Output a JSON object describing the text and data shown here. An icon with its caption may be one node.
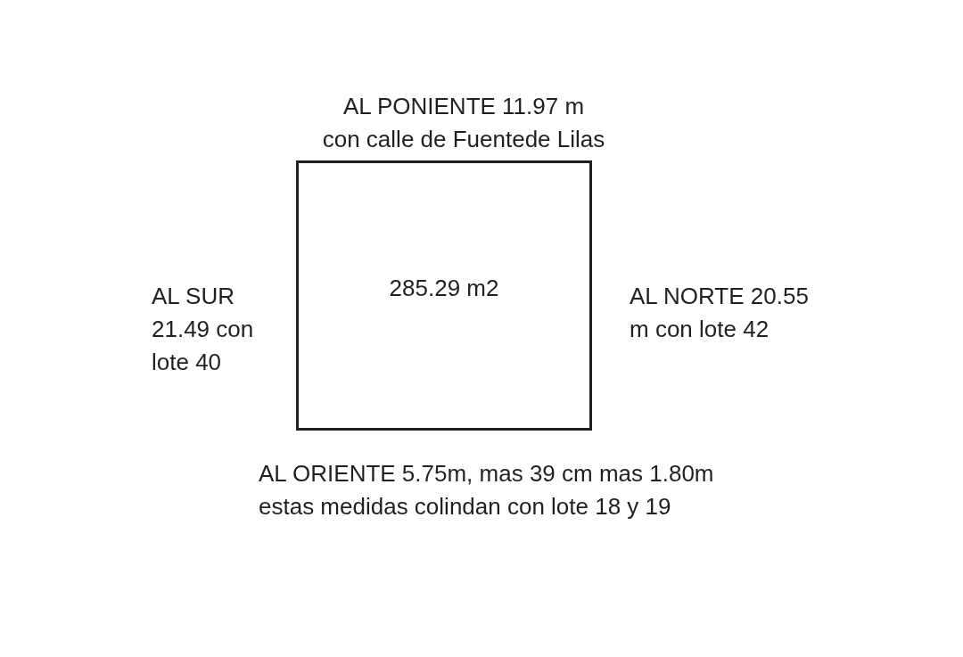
{
  "diagram": {
    "nodes": [
      {
        "text": [
          "285.29 m2"
        ]
      }
    ],
    "labels": [
      "AL PONIENTE 11.97 m con calle de Fuentede Lilas",
      "AL SUR 21.49 con lote 40",
      "AL NORTE 20.55 m con lote 42",
      "AL ORIENTE 5.75m, mas 39 cm mas 1.80m estas medidas colindan con lote 18 y 19"
    ]
  }
}
